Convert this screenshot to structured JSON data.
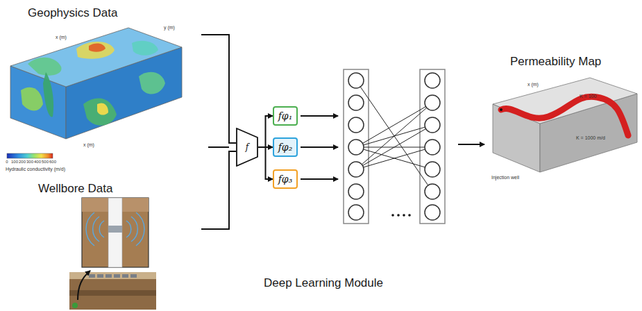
{
  "diagram": {
    "nodes": [
      {
        "text": [
          "Geophysics Data"
        ]
      },
      {
        "text": [
          "Wellbore Data"
        ]
      },
      {
        "text": [
          "f"
        ]
      },
      {
        "text": [
          "fφ₁"
        ]
      },
      {
        "text": [
          "fφ₂"
        ]
      },
      {
        "text": [
          "fφ₃"
        ]
      },
      {
        "text": [
          "Permeability Map"
        ]
      }
    ],
    "edges": [
      {
        "from": 0,
        "to": 2,
        "arrow": "none"
      },
      {
        "from": 1,
        "to": 2,
        "arrow": "none"
      },
      {
        "from": 2,
        "to": 3,
        "arrow": "to"
      },
      {
        "from": 2,
        "to": 4,
        "arrow": "to"
      },
      {
        "from": 2,
        "to": 5,
        "arrow": "to"
      }
    ],
    "labels": [
      "x (m)",
      "y (m)",
      "x (m)",
      "0",
      "100",
      "200",
      "300",
      "400",
      "500",
      "600",
      "Hydraulic conductivity (m/d)",
      "x (m)",
      "K = 100",
      "K = 1000 m/d",
      "Injection well",
      "Deep Learning Module"
    ]
  }
}
